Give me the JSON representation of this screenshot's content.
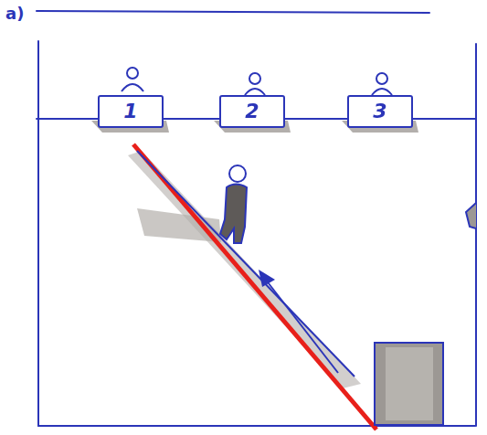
{
  "diagram": {
    "nodes": [
      {
        "text": [
          "1"
        ]
      },
      {
        "text": [
          "2"
        ]
      },
      {
        "text": [
          "3"
        ]
      }
    ],
    "labels": [
      "a)"
    ]
  }
}
